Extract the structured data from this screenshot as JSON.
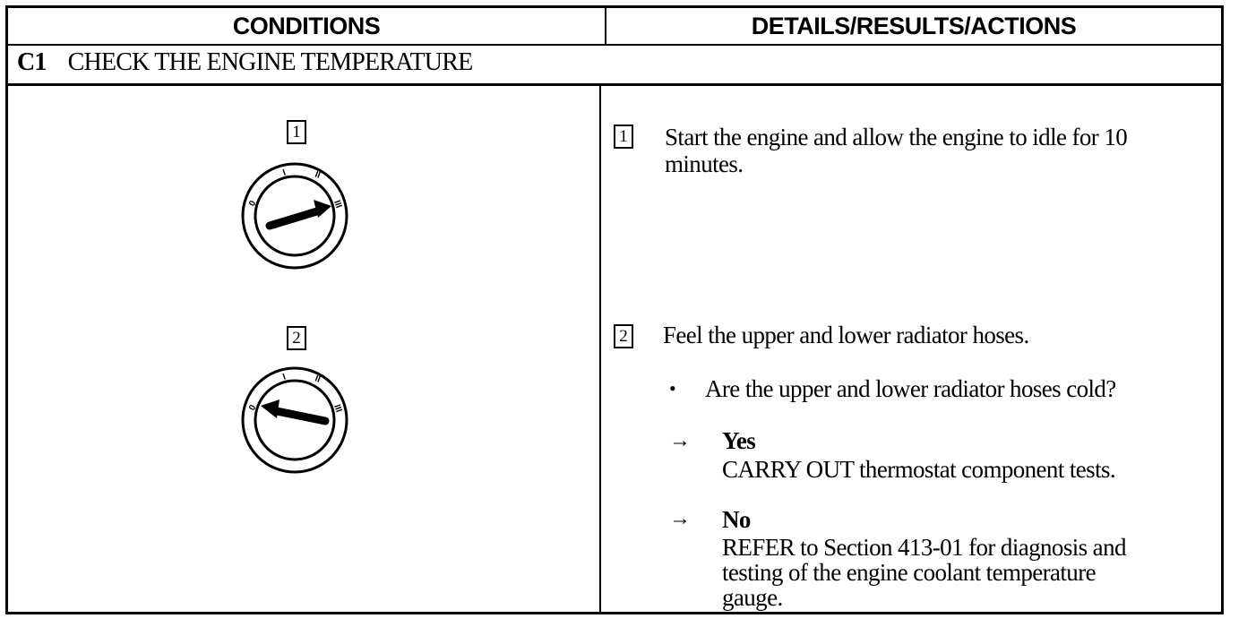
{
  "header": {
    "left": "CONDITIONS",
    "right": "DETAILS/RESULTS/ACTIONS"
  },
  "section": {
    "code": "C1",
    "title": "CHECK THE ENGINE TEMPERATURE"
  },
  "conditions": {
    "step1_label": "1",
    "step2_label": "2",
    "gauge_marks": [
      "0",
      "I",
      "II",
      "III"
    ]
  },
  "actions": {
    "step1": {
      "label": "1",
      "line1": "Start the engine and allow the engine to idle for 10",
      "line2": "minutes."
    },
    "step2": {
      "label": "2",
      "text": "Feel the upper and lower radiator hoses.",
      "question": "Are the upper and lower radiator hoses cold?",
      "yes_label": "Yes",
      "yes_action": "CARRY OUT thermostat component tests.",
      "no_label": "No",
      "no_line1": "REFER to  Section 413-01  for diagnosis and",
      "no_line2": "testing of the engine coolant temperature",
      "no_line3": "gauge."
    }
  }
}
